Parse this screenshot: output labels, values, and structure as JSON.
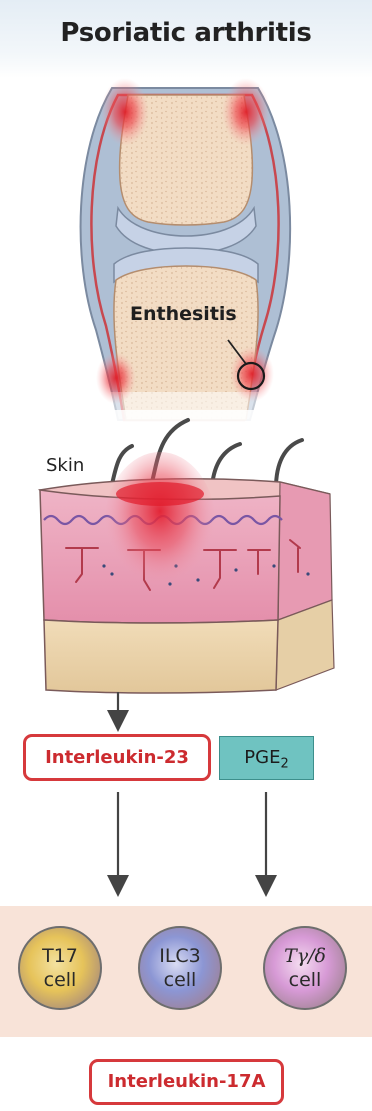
{
  "title": "Psoriatic arthritis",
  "labels": {
    "enthesitis": "Enthesitis",
    "skin": "Skin"
  },
  "mediators": {
    "interleukin_23": "Interleukin-23",
    "pge2_base": "PGE",
    "pge2_subscript": "2",
    "interleukin_17a": "Interleukin-17A"
  },
  "cells": [
    {
      "line1": "T17",
      "line2": "cell",
      "color": "#e6c35a"
    },
    {
      "line1": "ILC3",
      "line2": "cell",
      "color": "#8c96d4"
    },
    {
      "line1": "Tγ/δ",
      "line2": "cell",
      "color": "#d79ad6"
    }
  ],
  "colors": {
    "accent_red": "#d6393c",
    "pge_teal": "#6fc3c1",
    "cell_panel": "#f8e3d8"
  }
}
